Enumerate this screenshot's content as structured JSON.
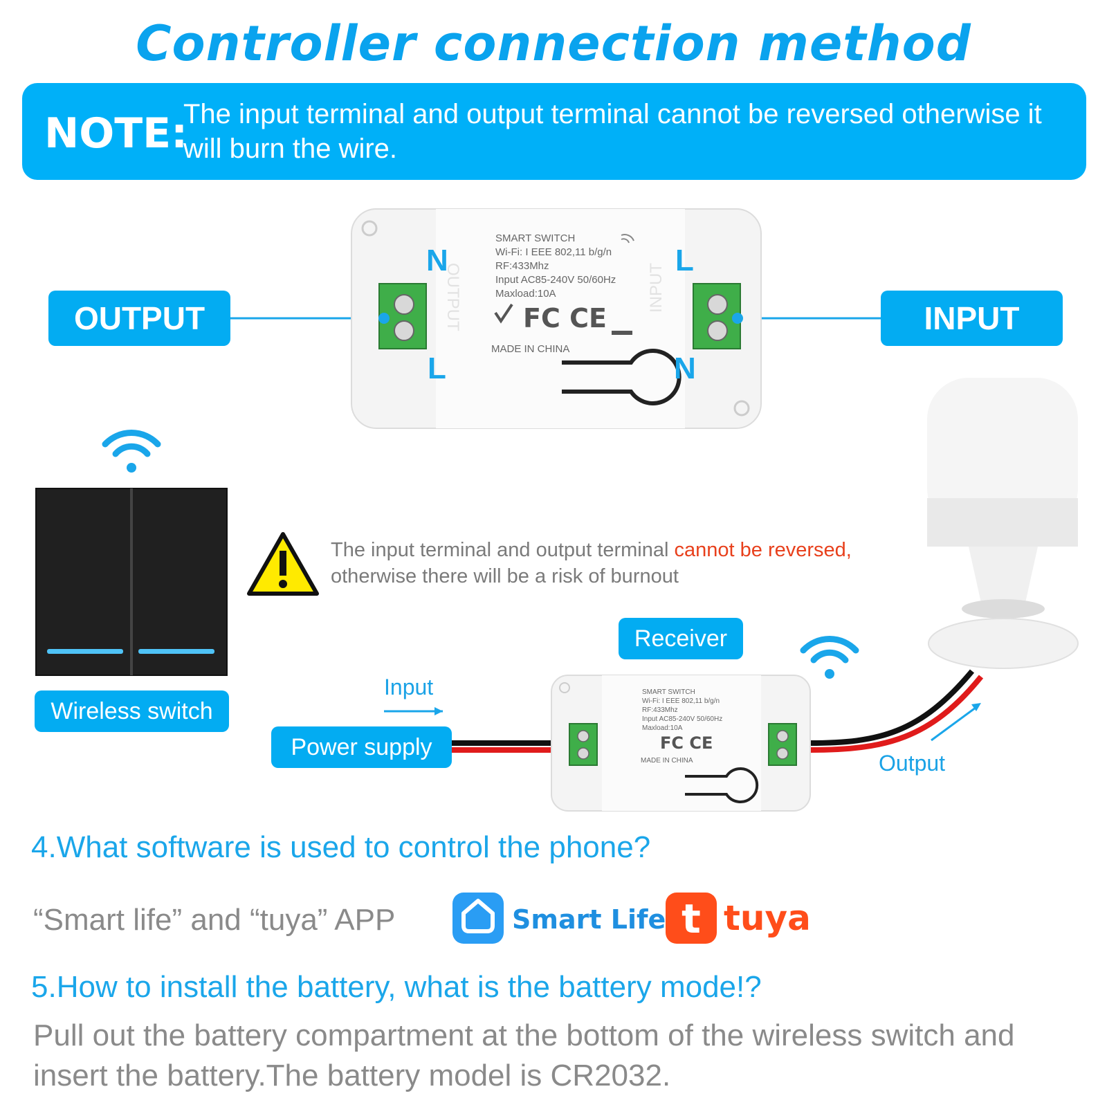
{
  "title": "Controller connection method",
  "note": {
    "label": "NOTE:",
    "text": "The input terminal and output terminal cannot be reversed otherwise it will burn the wire."
  },
  "main_module": {
    "output_label": "OUTPUT",
    "input_label": "INPUT",
    "left_top_terminal": "N",
    "left_bottom_terminal": "L",
    "right_top_terminal": "L",
    "right_bottom_terminal": "N",
    "label_lines": [
      "SMART SWITCH",
      "Wi-Fi: I EEE 802,11 b/g/n",
      "RF:433Mhz",
      "Input  AC85-240V 50/60Hz",
      "Maxload:10A"
    ],
    "made_in": "MADE IN CHINA",
    "side_left": "OUTPUT",
    "side_right": "INPUT"
  },
  "warning": {
    "text_before": "The input terminal and output terminal ",
    "text_red": "cannot be reversed,",
    "text_after": "otherwise there will be a risk of burnout"
  },
  "diagram": {
    "receiver_label": "Receiver",
    "wireless_switch_label": "Wireless switch",
    "power_supply_label": "Power supply",
    "input_label": "Input",
    "output_label": "Output",
    "small_label_lines": [
      "SMART SWITCH",
      "Wi-Fi: I EEE 802,11 b/g/n",
      "RF:433Mhz",
      "Input  AC85-240V 50/60Hz",
      "Maxload:10A"
    ],
    "small_made_in": "MADE IN CHINA"
  },
  "faq": {
    "q4": "4.What software is used to control the phone?",
    "apps_text": "“Smart life” and “tuya” APP",
    "smart_life_logo": "Smart Life",
    "tuya_logo": "tuya",
    "q5": "5.How to install the battery, what is the battery mode!?",
    "answer": "Pull out the battery compartment at the bottom of the wireless switch and insert the battery.The battery model is CR2032."
  },
  "colors": {
    "accent": "#03acf2",
    "title_blue": "#0aa3ee",
    "warning_red": "#e8401c",
    "gray_text": "#8a8a8a",
    "terminal_green": "#3fae49",
    "tuya_orange": "#ff4d1a"
  },
  "icons": [
    "wifi-icon",
    "warning-icon",
    "smart-life-logo-icon",
    "tuya-logo-icon",
    "arrow-icon"
  ]
}
